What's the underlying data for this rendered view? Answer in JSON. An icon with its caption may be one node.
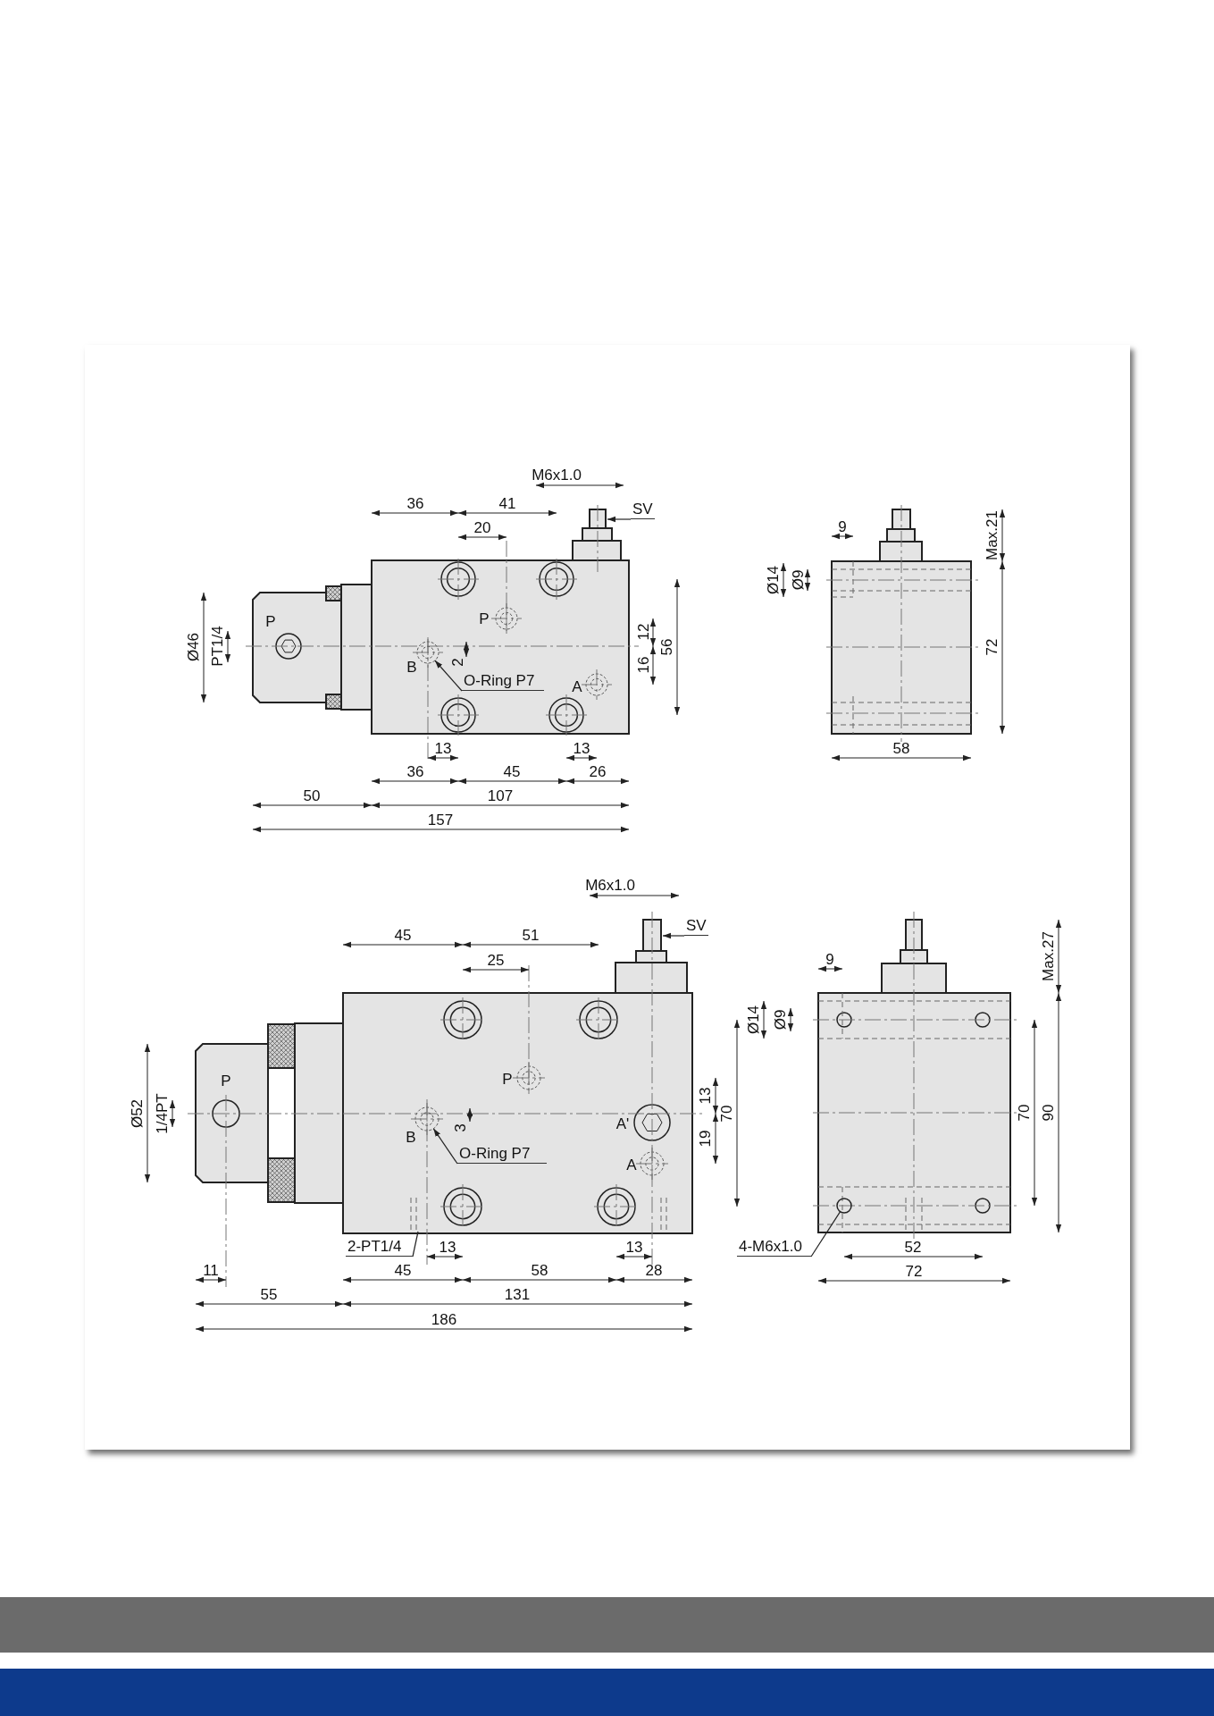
{
  "diagram": {
    "nodes": [
      {
        "text": [
          "O-Ring P7"
        ]
      },
      {
        "text": [
          "SV"
        ]
      },
      {
        "text": [
          "O-Ring P7"
        ]
      },
      {
        "text": [
          "SV"
        ]
      },
      {
        "text": [
          "2-PT1/4"
        ]
      },
      {
        "text": [
          "4-M6x1.0"
        ]
      },
      {
        "text": [],
        "shape": "circle"
      },
      {
        "text": [],
        "shape": "circle"
      },
      {
        "text": [],
        "shape": "circle"
      }
    ],
    "edges": [
      {
        "from": 0,
        "to": 6,
        "arrow": "to"
      },
      {
        "from": 1,
        "to": null,
        "arrow": "to"
      },
      {
        "from": 2,
        "to": 7,
        "arrow": "to"
      },
      {
        "from": 3,
        "to": null,
        "arrow": "to"
      },
      {
        "from": 4,
        "to": null,
        "arrow": "none"
      },
      {
        "from": 5,
        "to": 8,
        "arrow": "none"
      }
    ],
    "labels": [
      "M6x1.0",
      "36",
      "41",
      "20",
      "9",
      "Max.21",
      "Ø14",
      "Ø9",
      "P",
      "P",
      "Ø46",
      "PT1/4",
      "12",
      "B",
      "2",
      "16",
      "56",
      "72",
      "A",
      "13",
      "13",
      "36",
      "45",
      "26",
      "58",
      "50",
      "107",
      "157",
      "M6x1.0",
      "45",
      "51",
      "25",
      "9",
      "Max.27",
      "Ø14",
      "Ø9",
      "P",
      "P",
      "Ø52",
      "1/4PT",
      "13",
      "A'",
      "B",
      "3",
      "19",
      "70",
      "70",
      "90",
      "A",
      "13",
      "13",
      "52",
      "11",
      "45",
      "58",
      "28",
      "72",
      "55",
      "131",
      "186"
    ]
  }
}
